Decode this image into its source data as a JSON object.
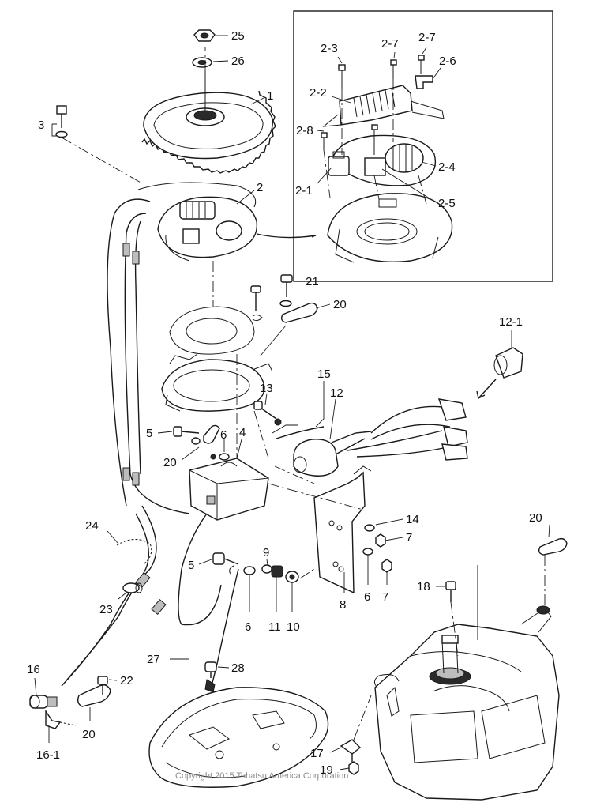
{
  "copyright": "Copyright 2015 Tohatsu America Corporation",
  "callouts": [
    {
      "id": "c25",
      "text": "25"
    },
    {
      "id": "c26",
      "text": "26"
    },
    {
      "id": "c1",
      "text": "1"
    },
    {
      "id": "c3",
      "text": "3"
    },
    {
      "id": "c2",
      "text": "2"
    },
    {
      "id": "c2-3",
      "text": "2-3"
    },
    {
      "id": "c2-7a",
      "text": "2-7"
    },
    {
      "id": "c2-7b",
      "text": "2-7"
    },
    {
      "id": "c2-6",
      "text": "2-6"
    },
    {
      "id": "c2-2",
      "text": "2-2"
    },
    {
      "id": "c2-8",
      "text": "2-8"
    },
    {
      "id": "c2-4",
      "text": "2-4"
    },
    {
      "id": "c2-1",
      "text": "2-1"
    },
    {
      "id": "c2-5",
      "text": "2-5"
    },
    {
      "id": "c21",
      "text": "21"
    },
    {
      "id": "c20a",
      "text": "20"
    },
    {
      "id": "c12-1",
      "text": "12-1"
    },
    {
      "id": "c15",
      "text": "15"
    },
    {
      "id": "c13",
      "text": "13"
    },
    {
      "id": "c12",
      "text": "12"
    },
    {
      "id": "c5a",
      "text": "5"
    },
    {
      "id": "c6a",
      "text": "6"
    },
    {
      "id": "c4",
      "text": "4"
    },
    {
      "id": "c20b",
      "text": "20"
    },
    {
      "id": "c14",
      "text": "14"
    },
    {
      "id": "c7a",
      "text": "7"
    },
    {
      "id": "c20c",
      "text": "20"
    },
    {
      "id": "c24",
      "text": "24"
    },
    {
      "id": "c5b",
      "text": "5"
    },
    {
      "id": "c9",
      "text": "9"
    },
    {
      "id": "c8",
      "text": "8"
    },
    {
      "id": "c6b",
      "text": "6"
    },
    {
      "id": "c7b",
      "text": "7"
    },
    {
      "id": "c18",
      "text": "18"
    },
    {
      "id": "c23",
      "text": "23"
    },
    {
      "id": "c6c",
      "text": "6"
    },
    {
      "id": "c11",
      "text": "11"
    },
    {
      "id": "c10",
      "text": "10"
    },
    {
      "id": "c27",
      "text": "27"
    },
    {
      "id": "c28",
      "text": "28"
    },
    {
      "id": "c16",
      "text": "16"
    },
    {
      "id": "c22",
      "text": "22"
    },
    {
      "id": "c20d",
      "text": "20"
    },
    {
      "id": "c16-1",
      "text": "16-1"
    },
    {
      "id": "c17",
      "text": "17"
    },
    {
      "id": "c19",
      "text": "19"
    }
  ]
}
